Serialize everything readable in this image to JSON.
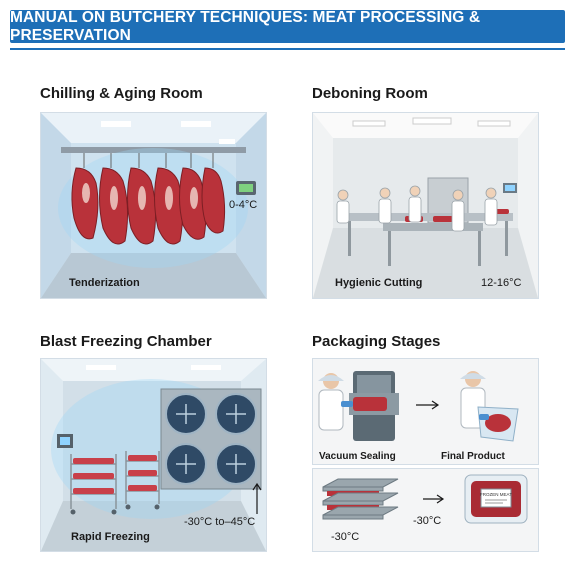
{
  "title": "MANUAL ON BUTCHERY TECHNIQUES: MEAT PROCESSING & PRESERVATION",
  "sections": {
    "chilling": {
      "heading": "Chilling & Aging Room",
      "temp": "0-4°C",
      "caption": "Tenderization"
    },
    "deboning": {
      "heading": "Deboning Room",
      "caption": "Hygienic Cutting",
      "temp": "12-16°C"
    },
    "freezing": {
      "heading": "Blast Freezing Chamber",
      "caption": "Rapid Freezing",
      "temp": "-30°C to–45°C"
    },
    "packaging": {
      "heading": "Packaging Stages",
      "step1": "Vacuum Sealing",
      "step2": "Final Product",
      "temp_left": "-30°C",
      "temp_right": "-30°C",
      "package_label": "FROZEN MEAT"
    }
  },
  "colors": {
    "banner": "#1e6fb7",
    "meat": "#b9323a",
    "ice": "#bfe3f7"
  }
}
